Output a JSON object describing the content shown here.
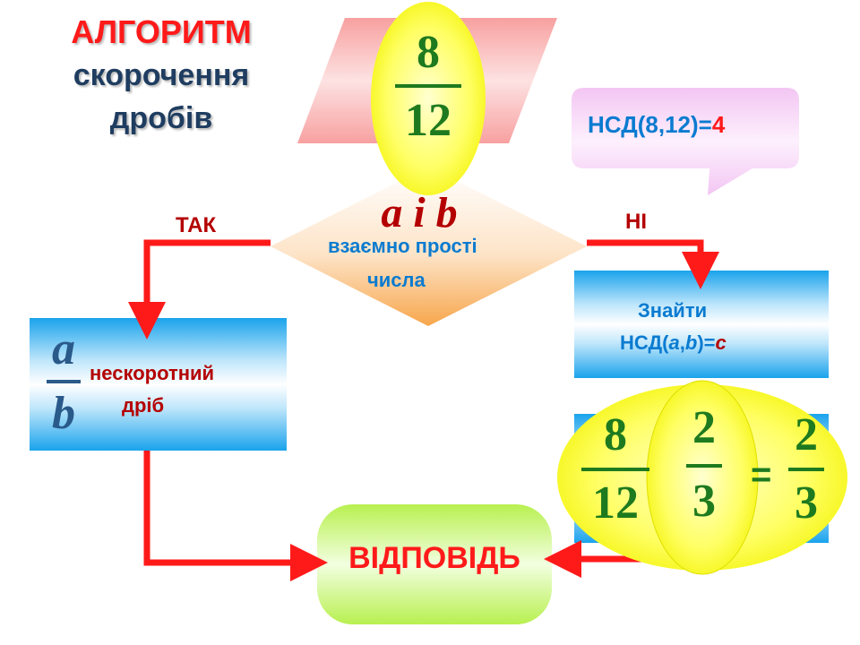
{
  "title": {
    "line1": "АЛГОРИТМ",
    "line2": "скорочення",
    "line3": "дробів"
  },
  "start_fraction": {
    "numerator": "8",
    "denominator": "12"
  },
  "gcd_bubble": {
    "prefix": "НСД(8,12)=",
    "value": "4"
  },
  "decision": {
    "vars": "a і b",
    "label_line1": "взаємно прості",
    "label_line2": "числа"
  },
  "branches": {
    "yes": "ТАК",
    "no": "НІ"
  },
  "left_box": {
    "var_a": "a",
    "var_b": "b",
    "label_line1": "нескоротний",
    "label_line2": "дріб"
  },
  "find_box": {
    "line1": "Знайти",
    "line2_prefix": "НСД(",
    "a": "a",
    "comma": ",",
    "b": "b",
    "close": ")=",
    "c": "c"
  },
  "result_box": {
    "frac1": {
      "numerator": "8",
      "denominator": "12"
    },
    "frac2": {
      "numerator": "2",
      "denominator": "3"
    },
    "eq": "=",
    "frac3": {
      "numerator": "2",
      "denominator": "3"
    }
  },
  "answer": "ВІДПОВІДЬ",
  "colors": {
    "red": "#ff1a1a",
    "blue": "#0a7bd0",
    "green": "#1e7a1e",
    "darkred": "#b40000"
  }
}
